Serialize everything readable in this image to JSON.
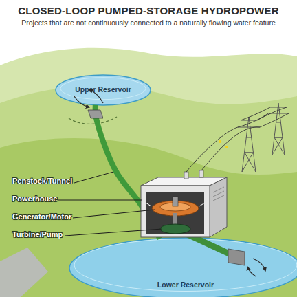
{
  "diagram": {
    "title": "CLOSED-LOOP PUMPED-STORAGE HYDROPOWER",
    "caption": "Projects that are not continuously connected to a naturally flowing water feature",
    "nodes": [
      {
        "text": [
          "Upper Reservoir"
        ]
      },
      {
        "text": [
          "Lower Reservoir"
        ]
      }
    ],
    "edges": [
      {
        "from": 0,
        "to": 1,
        "arrow": "none"
      }
    ],
    "labels": [
      "Penstock/Tunnel",
      "Powerhouse",
      "Generator/Motor",
      "Turbine/Pump"
    ]
  }
}
